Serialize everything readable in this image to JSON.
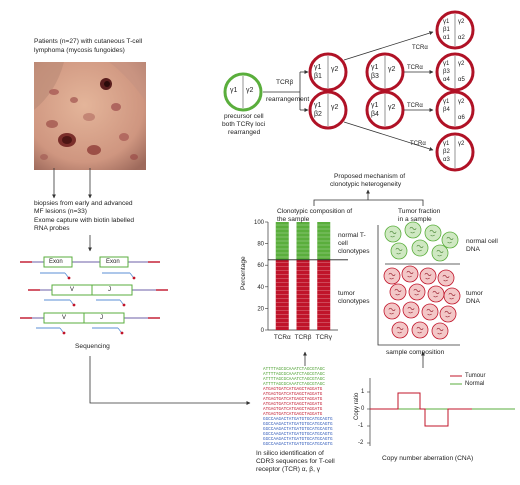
{
  "patients": {
    "line1": "Patients (n=27) with cutaneous T-cell",
    "line2": "lymphoma (mycosis fungoides)"
  },
  "biopsies": {
    "line1": "biopsies from early and advanced",
    "line2": "MF lesions (n=33)",
    "line3": "Exome capture with biotin labelled",
    "line4": "RNA probes"
  },
  "probes": {
    "exon": "Exon",
    "v": "V",
    "j": "J"
  },
  "sequencing": "Sequencing",
  "precursor": {
    "line1": "precursor cell",
    "line2": "both TCRγ loci",
    "line3": "rearranged"
  },
  "rearrangement": {
    "tcrb_line1": "TCRβ",
    "tcrb_line2": "rearrangement",
    "tcra": "TCRα"
  },
  "cells": {
    "precursor": {
      "left": "γ1",
      "right": "γ2"
    },
    "mid_top": {
      "left_top": "γ1",
      "left_bottom": "β1",
      "right": "γ2"
    },
    "mid_bottom": {
      "left_top": "γ1",
      "left_bottom": "β2",
      "right": "γ2"
    },
    "middle_top": {
      "left_top": "γ1",
      "left_bottom": "β3",
      "right": "γ2"
    },
    "middle_bottom": {
      "left_top": "γ1",
      "left_bottom": "β4",
      "right": "γ2"
    },
    "right1": {
      "l1": "γ1",
      "l2": "β1",
      "l3": "α1",
      "r1": "γ2",
      "r3": "α2"
    },
    "right2": {
      "l1": "γ1",
      "l2": "β3",
      "l3": "α4",
      "r1": "γ2",
      "r3": "α5"
    },
    "right3": {
      "l1": "γ1",
      "l2": "β4",
      "r1": "γ2",
      "r3": "α6"
    },
    "right4": {
      "l1": "γ1",
      "l2": "β2",
      "l3": "α3",
      "r1": "γ2"
    }
  },
  "mechanism": {
    "line1": "Proposed mechanism of",
    "line2": "clonotypic heterogeneity"
  },
  "clonotypic": {
    "title_line1": "Clonotypic composition of",
    "title_line2": "the sample",
    "ylabel": "Percentage",
    "normal_line1": "normal T-",
    "normal_line2": "cell",
    "normal_line3": "clonotypes",
    "tumor_line1": "tumor",
    "tumor_line2": "clonotypes"
  },
  "chart_data": {
    "type": "bar",
    "categories": [
      "TCRα",
      "TCRβ",
      "TCRγ"
    ],
    "series": [
      {
        "name": "tumor clonotypes",
        "values": [
          65,
          65,
          65
        ]
      },
      {
        "name": "normal T-cell clonotypes",
        "values": [
          35,
          35,
          35
        ]
      }
    ],
    "ylabel": "Percentage",
    "yticks": [
      0,
      20,
      40,
      60,
      80,
      100
    ],
    "ylim": [
      0,
      100
    ],
    "threshold": 65,
    "colors": {
      "tumor": "#c0142a",
      "normal": "#5aae3c"
    }
  },
  "tumor_fraction": {
    "title_line1": "Tumor fraction",
    "title_line2": "in a sample",
    "normal_line1": "normal cell",
    "normal_line2": "DNA",
    "tumor_line1": "tumor",
    "tumor_line2": "DNA",
    "caption": "sample composition"
  },
  "sequences": {
    "green": [
      "ATTTTAGCGCAAATCTAGCGTAGC",
      "ATTTTAGCGCAAATCTAGCGTAGC",
      "ATTTTAGCGCAAATCTAGCGTAGC",
      "ATTTTAGCGCAAATCTAGCGTAGC"
    ],
    "red": [
      "ATGAGTGATCATGAGCTAGGATG",
      "ATGAGTGATCATGAGCTAGGATG",
      "ATGAGTGATCATGAGCTAGGATG",
      "ATGAGTGATCATGAGCTAGGATG",
      "ATGAGTGATCATGAGCTAGGATG",
      "ATGAGTGATCATGAGCTAGGATG"
    ],
    "blue": [
      "GGCCAAGACTATGATGTGCATGCAGTG",
      "GGCCAAGACTATGATGTGCATGCAGTG",
      "GGCCAAGACTATGATGTGCATGCAGTG",
      "GGCCAAGACTATGATGTGCATGCAGTG",
      "GGCCAAGACTATGATGTGCATGCAGTG",
      "GGCCAAGACTATGATGTGCATGCAGTG"
    ]
  },
  "insilico": {
    "line1": "In silico identification of",
    "line2": "CDR3 sequences for T-cell",
    "line3": "receptor (TCR) α, β, γ"
  },
  "cna": {
    "ylabel": "Copy ratio",
    "yticks": [
      "1",
      "0",
      "-1",
      "-2"
    ],
    "legend_tumour": "Tumour",
    "legend_normal": "Normal",
    "caption": "Copy number aberration (CNA)",
    "tumour_color": "#c0142a",
    "normal_color": "#5aae3c"
  }
}
